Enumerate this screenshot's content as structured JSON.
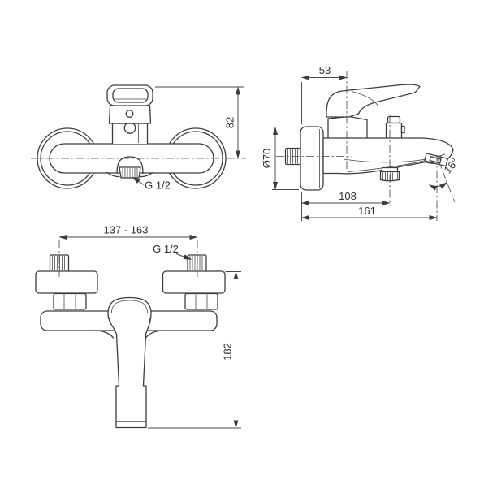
{
  "drawing": {
    "subject": "wall-mounted single-lever bath shower mixer - dimensional drawing",
    "colors": {
      "background": "#ffffff",
      "line": "#3c3c3c",
      "text": "#2f2f2f"
    },
    "views": {
      "front": {
        "dims": {
          "handle_height": "82",
          "outlet_thread": "G 1/2"
        }
      },
      "side": {
        "dims": {
          "handle_depth": "53",
          "flange_diameter": "Ø70",
          "diverter_depth": "108",
          "spout_reach": "161",
          "spout_angle": "16°"
        }
      },
      "top": {
        "dims": {
          "inlet_spacing": "137 - 163",
          "inlet_thread": "G 1/2",
          "total_height": "182"
        }
      }
    }
  }
}
